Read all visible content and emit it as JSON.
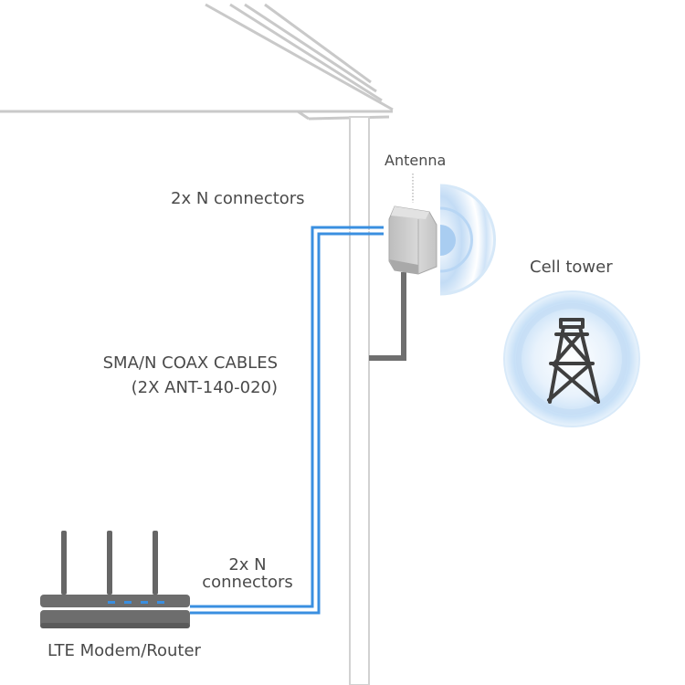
{
  "labels": {
    "antenna": "Antenna",
    "top_connectors": "2x N connectors",
    "cell_tower": "Cell tower",
    "coax_line1": "SMA/N COAX CABLES",
    "coax_line2": "(2X ANT-140-020)",
    "bottom_connectors_line1": "2x N",
    "bottom_connectors_line2": "connectors",
    "router": "LTE Modem/Router"
  },
  "icons": {
    "antenna": "panel-antenna-icon",
    "tower": "cell-tower-icon",
    "router": "router-icon",
    "signal": "signal-waves-icon"
  },
  "colors": {
    "cable": "#3a8fe0",
    "house_outline": "#c9c9c9",
    "pole": "#d6d6d6",
    "router_body": "#6d6d6d",
    "router_led": "#3a8fe0",
    "signal_glow": "#b9d9f5",
    "text": "#4a4a4a"
  }
}
